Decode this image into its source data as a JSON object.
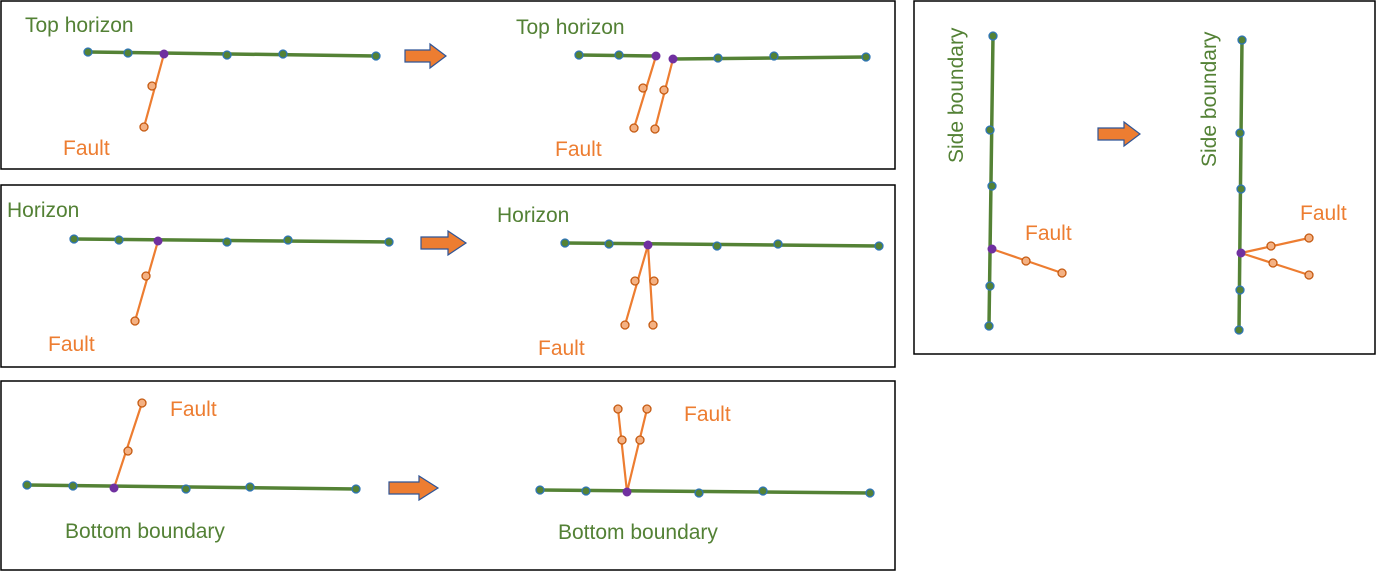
{
  "colors": {
    "horizon_green": "#548235",
    "horizon_text": "#538135",
    "fault_orange": "#ed7d31",
    "junction_purple": "#7030a0",
    "node_outline": "#2e75b6",
    "arrow_outline": "#2f5597"
  },
  "panels": {
    "top_horizon": {
      "before": {
        "horizon_label": "Top horizon",
        "fault_label": "Fault"
      },
      "after": {
        "horizon_label": "Top horizon",
        "fault_label": "Fault"
      }
    },
    "horizon": {
      "before": {
        "horizon_label": "Horizon",
        "fault_label": "Fault"
      },
      "after": {
        "horizon_label": "Horizon",
        "fault_label": "Fault"
      }
    },
    "bottom_boundary": {
      "before": {
        "horizon_label": "Bottom boundary",
        "fault_label": "Fault"
      },
      "after": {
        "horizon_label": "Bottom boundary",
        "fault_label": "Fault"
      }
    },
    "side_boundary": {
      "before": {
        "horizon_label": "Side boundary",
        "fault_label": "Fault"
      },
      "after": {
        "horizon_label": "Side boundary",
        "fault_label": "Fault"
      }
    }
  }
}
